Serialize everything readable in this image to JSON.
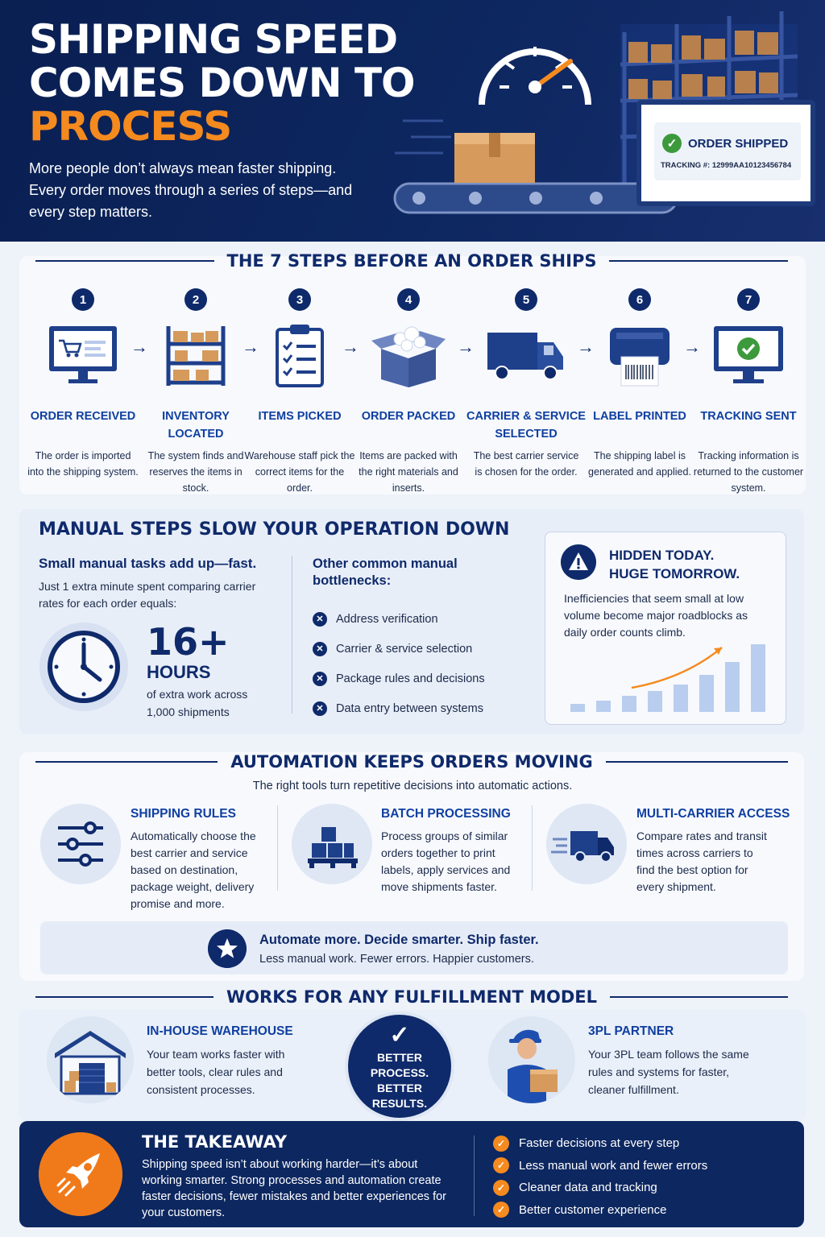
{
  "hero": {
    "title_line1": "SHIPPING SPEED",
    "title_line2": "COMES DOWN TO",
    "title_line3": "PROCESS",
    "subtitle": "More people don’t always mean faster shipping. Every order moves through a series of steps—and every step matters.",
    "shipped_label": "ORDER SHIPPED",
    "tracking": "TRACKING #: 12999AA10123456784"
  },
  "steps": {
    "title": "THE 7 STEPS BEFORE AN ORDER SHIPS",
    "items": [
      {
        "num": "1",
        "title": "ORDER RECEIVED",
        "desc": "The order is imported into the shipping system.",
        "icon": "monitor-cart-icon"
      },
      {
        "num": "2",
        "title": "INVENTORY LOCATED",
        "desc": "The system finds and reserves the items in stock.",
        "icon": "shelf-icon"
      },
      {
        "num": "3",
        "title": "ITEMS PICKED",
        "desc": "Warehouse staff pick the correct items for the order.",
        "icon": "clipboard-icon"
      },
      {
        "num": "4",
        "title": "ORDER PACKED",
        "desc": "Items are packed with the right materials and inserts.",
        "icon": "open-box-icon"
      },
      {
        "num": "5",
        "title": "CARRIER & SERVICE SELECTED",
        "desc": "The best carrier service is chosen for the order.",
        "icon": "truck-icon"
      },
      {
        "num": "6",
        "title": "LABEL PRINTED",
        "desc": "The shipping label is generated and applied.",
        "icon": "printer-icon"
      },
      {
        "num": "7",
        "title": "TRACKING SENT",
        "desc": "Tracking information is returned to the customer system.",
        "icon": "monitor-check-icon"
      }
    ]
  },
  "manual": {
    "title": "MANUAL STEPS SLOW YOUR OPERATION DOWN",
    "subtitle": "Small manual tasks add up—fast.",
    "text": "Just 1 extra minute spent comparing carrier rates for each order equals:",
    "big_number": "16+",
    "big_unit": "HOURS",
    "big_desc": "of extra work across 1,000 shipments",
    "bottlenecks_title": "Other common manual bottlenecks:",
    "bottlenecks": [
      "Address verification",
      "Carrier & service selection",
      "Package rules and decisions",
      "Data entry between systems"
    ],
    "hidden_title_1": "HIDDEN TODAY.",
    "hidden_title_2": "HUGE TOMORROW.",
    "hidden_text": "Inefficiencies that seem small at low volume become major roadblocks as daily order counts climb."
  },
  "automation": {
    "title": "AUTOMATION KEEPS ORDERS MOVING",
    "subtitle": "The right tools turn repetitive decisions into automatic actions.",
    "features": [
      {
        "title": "SHIPPING RULES",
        "text": "Automatically choose the best carrier and service based on destination, package weight, delivery promise and more.",
        "icon": "sliders-icon"
      },
      {
        "title": "BATCH PROCESSING",
        "text": "Process groups of similar orders together to print labels, apply services and move shipments faster.",
        "icon": "pallet-boxes-icon"
      },
      {
        "title": "MULTI-CARRIER ACCESS",
        "text": "Compare rates and transit times across carriers to find the best option for every shipment.",
        "icon": "fast-truck-icon"
      }
    ],
    "banner_1": "Automate more. Decide smarter. Ship faster.",
    "banner_2": "Less manual work. Fewer errors. Happier customers."
  },
  "models": {
    "title": "WORKS FOR ANY FULFILLMENT MODEL",
    "inhouse_title": "IN-HOUSE WAREHOUSE",
    "inhouse_text": "Your team works faster with better tools, clear rules and consistent processes.",
    "center_text": "BETTER PROCESS. BETTER RESULTS.",
    "tpl_title": "3PL PARTNER",
    "tpl_text": "Your 3PL team follows the same rules and systems for faster, cleaner fulfillment."
  },
  "takeaway": {
    "title": "THE TAKEAWAY",
    "text": "Shipping speed isn’t about working harder—it’s about working smarter. Strong processes and automation create faster decisions, fewer mistakes and better experiences for your customers.",
    "points": [
      "Faster decisions at every step",
      "Less manual work and fewer errors",
      "Cleaner data and tracking",
      "Better customer experience"
    ]
  },
  "colors": {
    "navy": "#0f2a6b",
    "orange": "#f58a1f",
    "blue": "#0f3fa0"
  }
}
